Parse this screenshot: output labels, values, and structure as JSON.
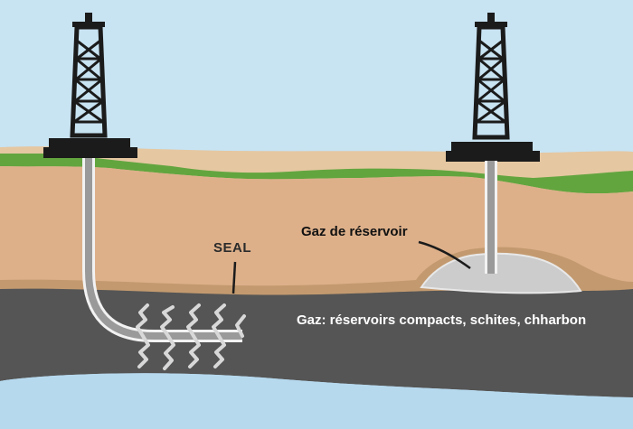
{
  "labels": {
    "seal": "SEAL",
    "reservoir_gas": "Gaz de réservoir",
    "tight_gas": "Gaz: réservoirs compacts, schites, chharbon"
  },
  "colors": {
    "sky": "#c8e3f2",
    "topsoil": "#e5c7a1",
    "grass": "#62a53f",
    "sandstone": "#ddb08a",
    "seal_layer": "#c39a6f",
    "shale": "#555555",
    "gas_pocket": "#cccccc",
    "derrick": "#1b1b1b",
    "well_pipe": "#9a9a9a",
    "water": "#b6d9ee"
  },
  "icons": [
    "drilling-rig-icon",
    "drilling-rig-icon"
  ]
}
